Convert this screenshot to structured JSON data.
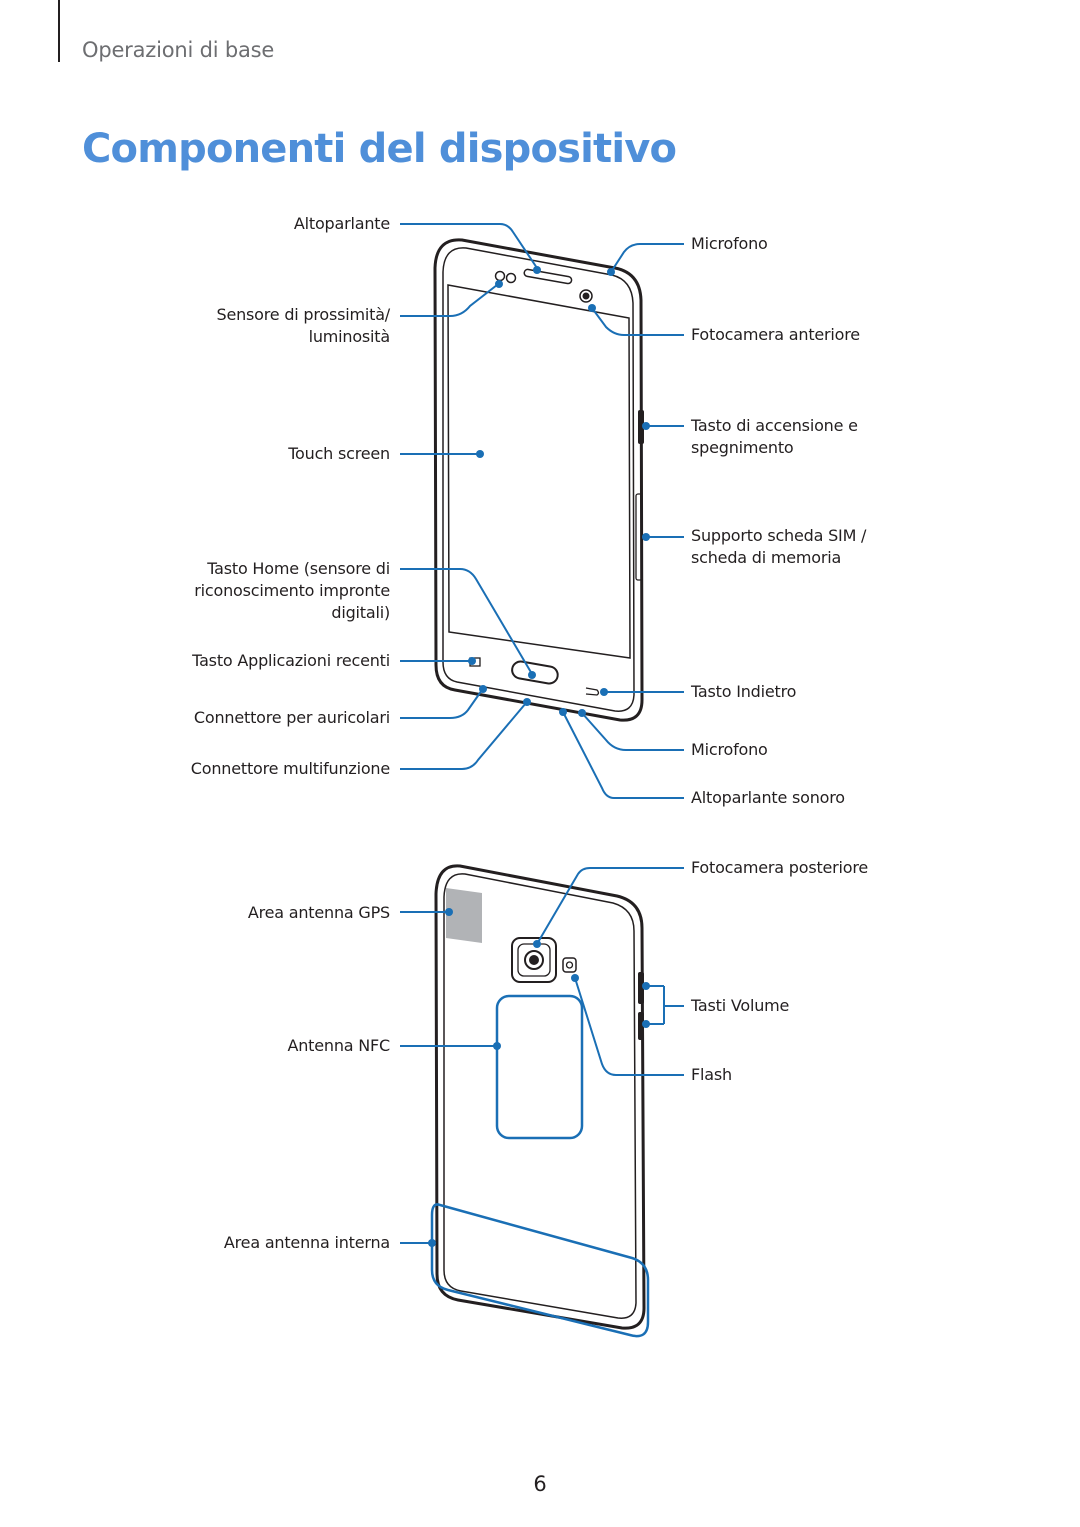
{
  "header": {
    "section_title": "Operazioni di base",
    "page_title": "Componenti del dispositivo"
  },
  "front_view": {
    "labels_left": {
      "altoparlante": "Altoparlante",
      "sensore_1": "Sensore di prossimità/",
      "sensore_2": "luminosità",
      "touch_screen": "Touch screen",
      "home_1": "Tasto Home (sensore di",
      "home_2": "riconoscimento impronte",
      "home_3": "digitali)",
      "recenti": "Tasto Applicazioni recenti",
      "auricolari": "Connettore per auricolari",
      "multifunzione": "Connettore multifunzione"
    },
    "labels_right": {
      "microfono_top": "Microfono",
      "fotocamera_anteriore": "Fotocamera anteriore",
      "accensione_1": "Tasto di accensione e",
      "accensione_2": "spegnimento",
      "sim_1": "Supporto scheda SIM /",
      "sim_2": "scheda di memoria",
      "indietro": "Tasto Indietro",
      "microfono_bottom": "Microfono",
      "altoparlante_sonoro": "Altoparlante sonoro"
    }
  },
  "back_view": {
    "labels_left": {
      "gps": "Area antenna GPS",
      "nfc": "Antenna NFC",
      "antenna_interna": "Area antenna interna"
    },
    "labels_right": {
      "fotocamera_posteriore": "Fotocamera posteriore",
      "volume": "Tasti Volume",
      "flash": "Flash"
    }
  },
  "colors": {
    "accent": "#1a6fb5",
    "title": "#4f8fd9",
    "device_outline": "#231f20",
    "gps_area": "#b1b3b6"
  },
  "page_number": "6"
}
